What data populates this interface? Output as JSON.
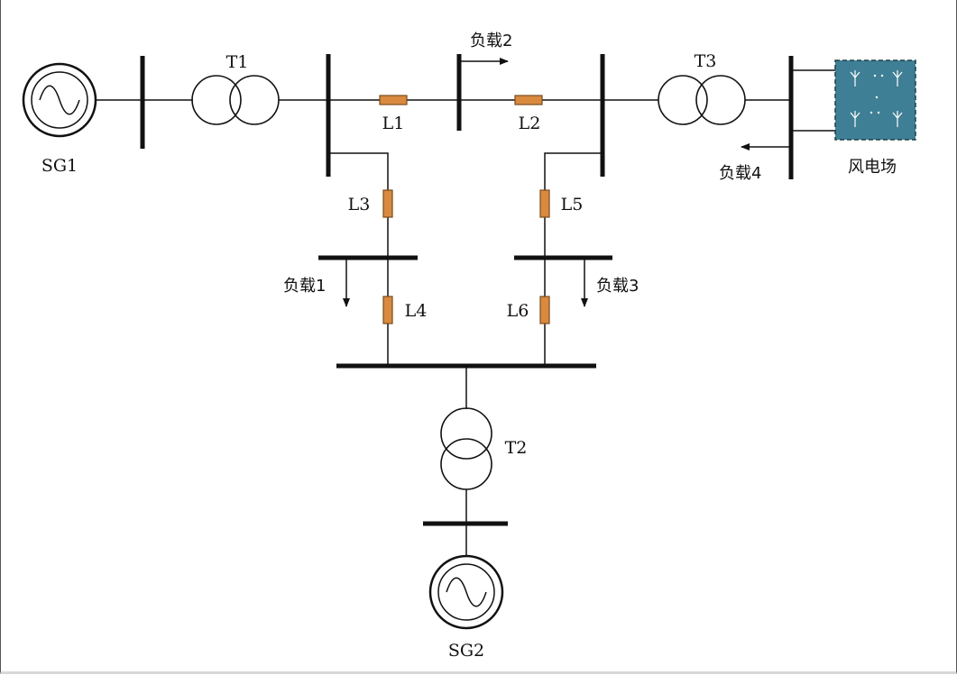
{
  "generators": {
    "sg1": "SG1",
    "sg2": "SG2"
  },
  "transformers": {
    "t1": "T1",
    "t2": "T2",
    "t3": "T3"
  },
  "lines": {
    "l1": "L1",
    "l2": "L2",
    "l3": "L3",
    "l4": "L4",
    "l5": "L5",
    "l6": "L6"
  },
  "loads": {
    "load1": "负载1",
    "load2": "负载2",
    "load3": "负载3",
    "load4": "负载4"
  },
  "wind_farm": {
    "label": "风电场"
  },
  "colors": {
    "line_element": "#d98a3f",
    "line_element_border": "#7a4a1c",
    "wind_farm": "#3f7f95",
    "stroke": "#111111"
  }
}
